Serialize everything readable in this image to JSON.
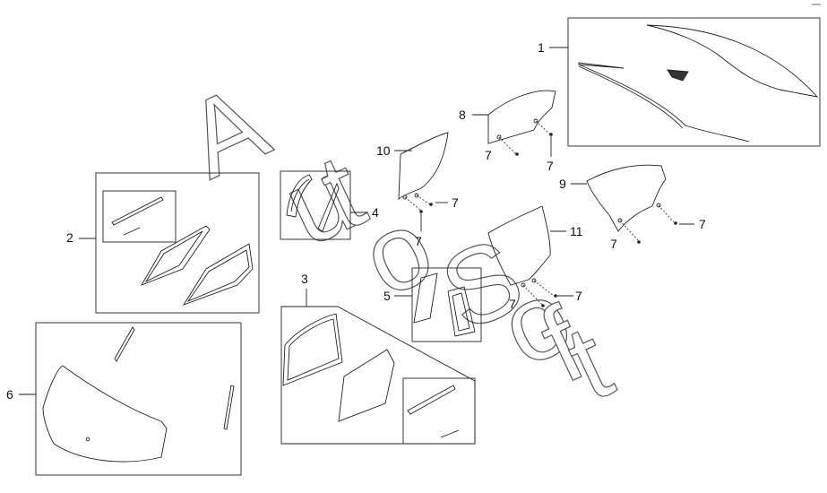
{
  "diagram": {
    "callouts": [
      "1",
      "2",
      "3",
      "4",
      "5",
      "6",
      "7",
      "8",
      "9",
      "10",
      "11"
    ],
    "fastener_label": "7",
    "watermark": [
      "A",
      "u",
      "t",
      "o",
      "S",
      "o",
      "f",
      "t"
    ]
  },
  "colors": {
    "line": "#222222",
    "background": "#ffffff",
    "watermark_stroke": "#555555"
  }
}
